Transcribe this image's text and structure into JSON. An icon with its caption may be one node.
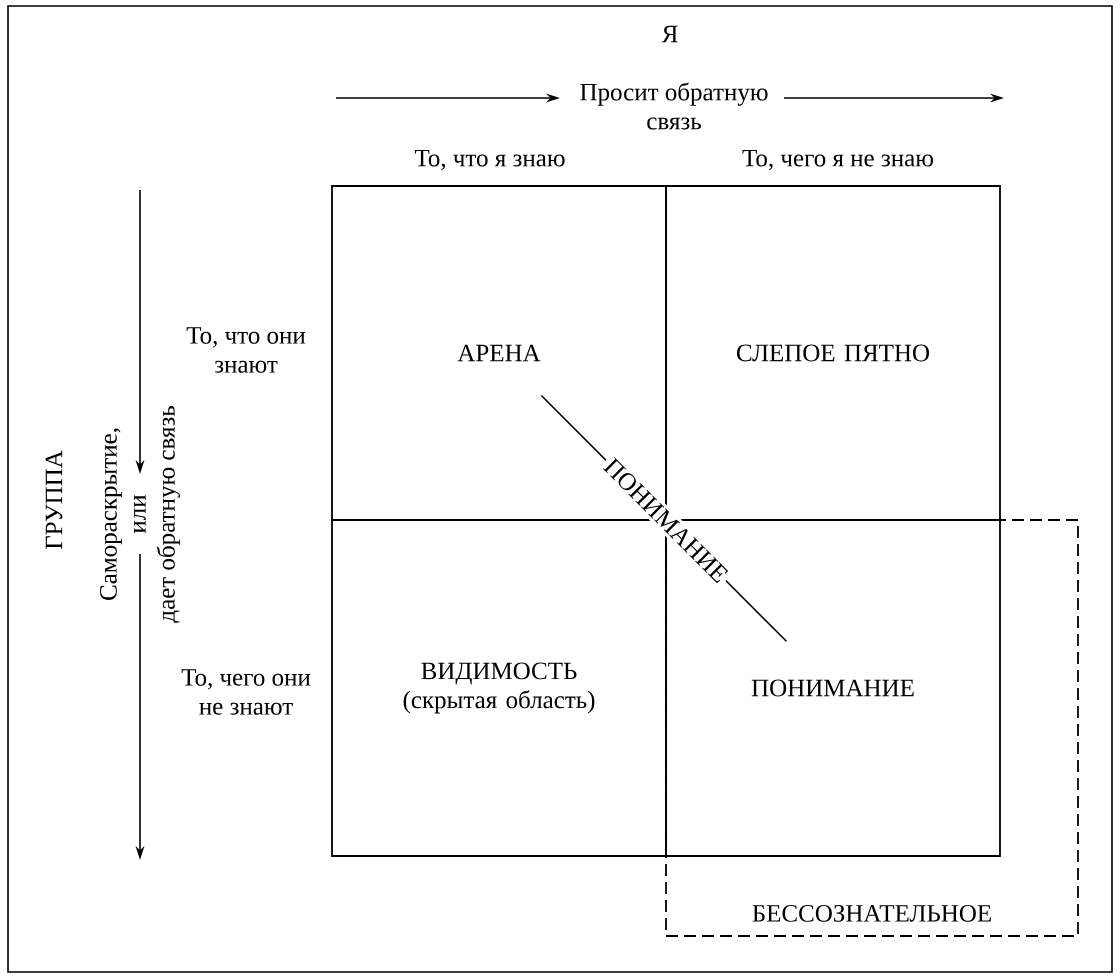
{
  "diagram": {
    "nodes": [
      {
        "text": [
          "АРЕНА"
        ]
      },
      {
        "text": [
          "СЛЕПОЕ ПЯТНО"
        ]
      },
      {
        "text": [
          "ВИДИМОСТЬ",
          "(скрытая область)"
        ]
      },
      {
        "text": [
          "БЕССОЗНАТЕЛЬНОЕ"
        ]
      },
      {
        "text": [
          "ПОНИМАНИЕ"
        ],
        "in": 3
      }
    ],
    "edges": [
      {
        "from": 0,
        "to": 4,
        "arrow": "none",
        "label": "ПОНИМАНИЕ"
      }
    ],
    "labels": [
      "Я",
      "Просит обратную связь",
      "То, что я знаю",
      "То, чего я не знаю",
      "ГРУППА",
      "Самораскрытие, или дает обратную связь",
      "То, что они знают",
      "То, чего они не знают"
    ]
  }
}
